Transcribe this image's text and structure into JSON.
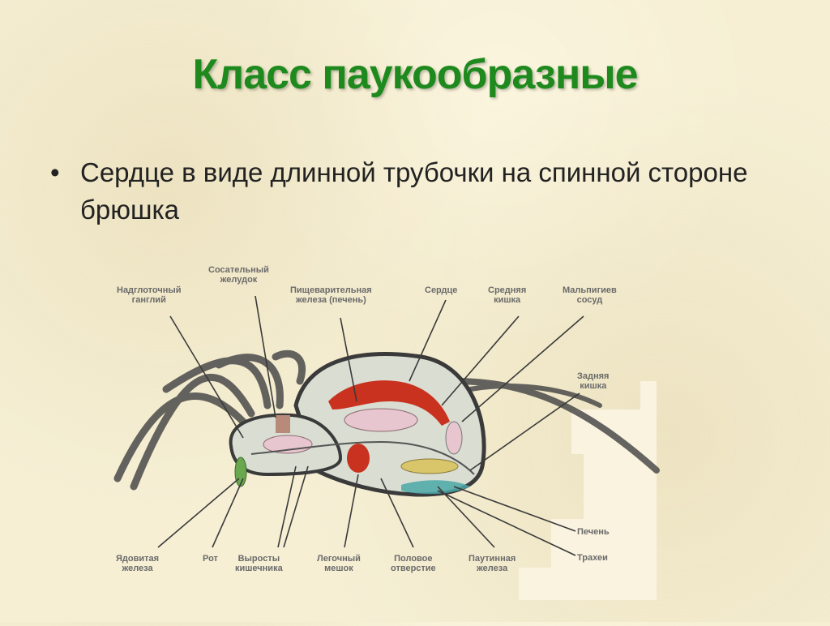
{
  "slide": {
    "title": "Класс паукообразные",
    "bullet_symbol": "•",
    "bullets": [
      "Сердце в виде длинной трубочки на спинной стороне брюшка"
    ],
    "title_color": "#1e8a1e",
    "background_color": "#f6efd4"
  },
  "diagram": {
    "labels_top": [
      {
        "id": "suprapharyngeal-ganglion",
        "line1": "Надглоточный",
        "line2": "ганглий"
      },
      {
        "id": "sucking-stomach",
        "line1": "Сосательный",
        "line2": "желудок"
      },
      {
        "id": "digestive-gland",
        "line1": "Пищеварительная",
        "line2": "железа (печень)"
      },
      {
        "id": "heart",
        "line1": "Сердце",
        "line2": ""
      },
      {
        "id": "midgut",
        "line1": "Средняя",
        "line2": "кишка"
      },
      {
        "id": "malpighian-vessel",
        "line1": "Мальпигиев",
        "line2": "сосуд"
      }
    ],
    "labels_right": [
      {
        "id": "hindgut",
        "line1": "Задняя",
        "line2": "кишка"
      },
      {
        "id": "liver",
        "line1": "Печень",
        "line2": ""
      },
      {
        "id": "tracheae",
        "line1": "Трахеи",
        "line2": ""
      }
    ],
    "labels_bottom": [
      {
        "id": "venom-gland",
        "line1": "Ядовитая",
        "line2": "железа"
      },
      {
        "id": "mouth",
        "line1": "Рот",
        "line2": ""
      },
      {
        "id": "gut-outgrowths",
        "line1": "Выросты",
        "line2": "кишечника"
      },
      {
        "id": "lung-sac",
        "line1": "Легочный",
        "line2": "мешок"
      },
      {
        "id": "genital-opening",
        "line1": "Половое",
        "line2": "отверстие"
      },
      {
        "id": "spinning-gland",
        "line1": "Паутинная",
        "line2": "железа"
      }
    ],
    "colors": {
      "body_fill": "#d9ddd2",
      "outline": "#3a3a3a",
      "heart_red": "#c8321e",
      "digestive_pink": "#e8c6cf",
      "venom_green": "#6aa84f",
      "spinning_yellow": "#d9c56a",
      "liver_teal": "#4aa8a8"
    }
  }
}
